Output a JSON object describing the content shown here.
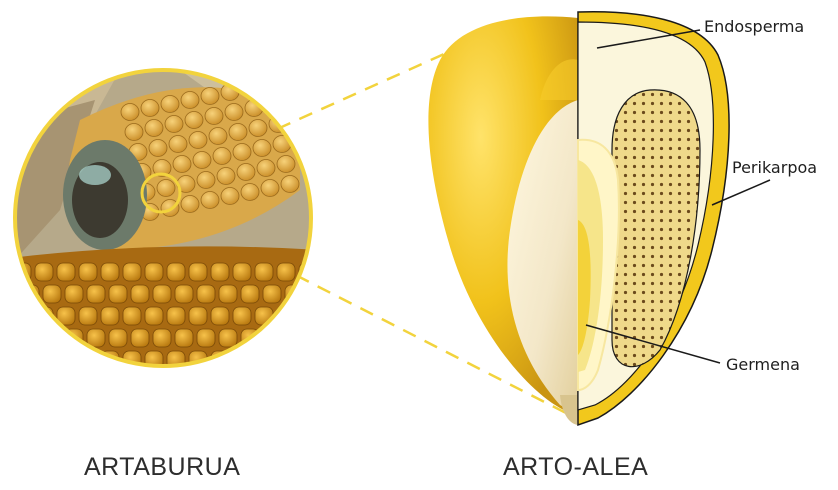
{
  "captions": {
    "cob": "ARTABURUA",
    "kernel": "ARTO-ALEA"
  },
  "labels": {
    "endosperm": "Endosperma",
    "pericarp": "Perikarpoa",
    "germ": "Germena"
  },
  "colors": {
    "zoom_line": "#f2d33d",
    "pericarp_fill": "#f2c81c",
    "endosperm_fill": "#fbf6dc",
    "germ_fill": "#f6e58a",
    "germ_dots": "#6b4a1c",
    "outline": "#1a1a1a"
  }
}
